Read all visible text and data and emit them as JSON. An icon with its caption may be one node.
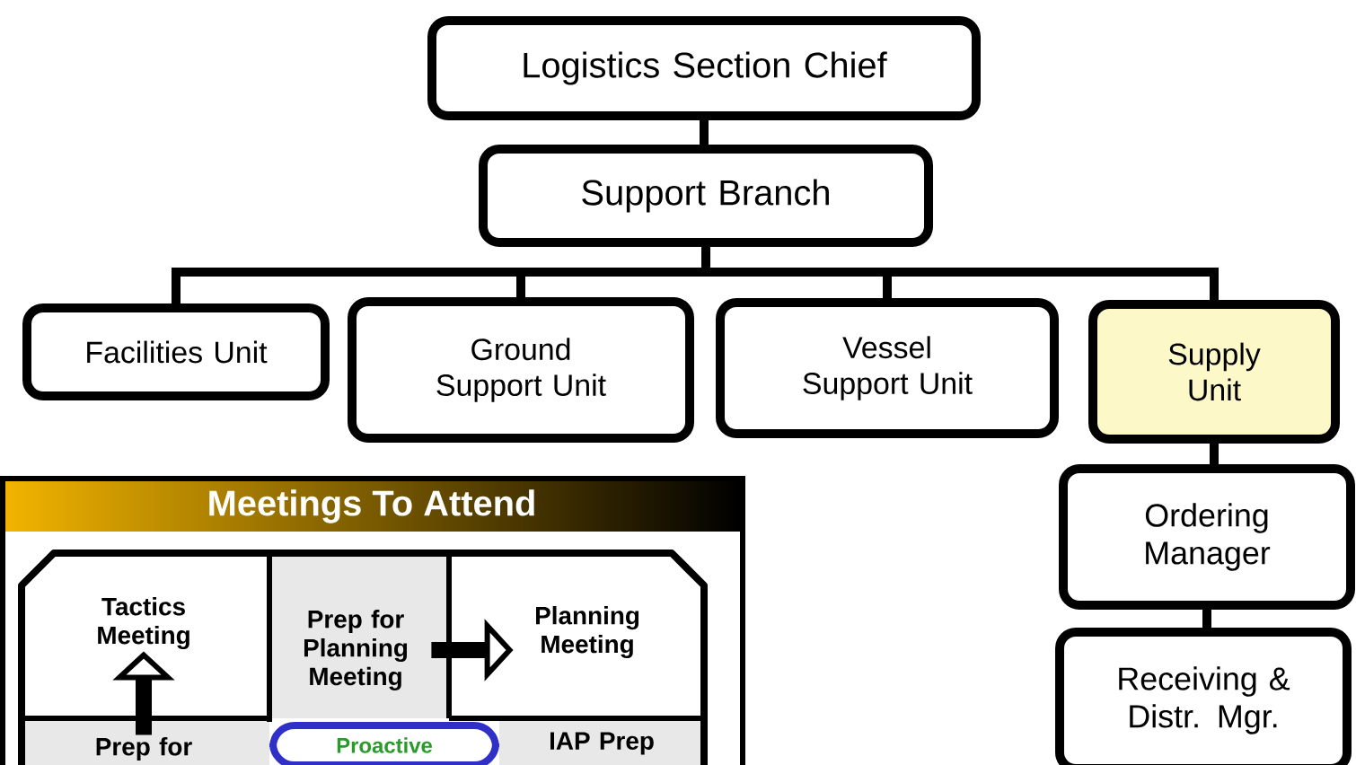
{
  "diagram": {
    "nodes": [
      {
        "text": [
          "Logistics Section Chief"
        ]
      },
      {
        "text": [
          "Support Branch"
        ]
      },
      {
        "text": [
          "Facilities Unit"
        ]
      },
      {
        "text": [
          "Ground Support Unit"
        ]
      },
      {
        "text": [
          "Vessel Support Unit"
        ]
      },
      {
        "text": [
          "Supply Unit"
        ]
      },
      {
        "text": [
          "Ordering Manager"
        ]
      },
      {
        "text": [
          "Receiving & Distr. Mgr."
        ]
      },
      {
        "text": [
          "Meetings To Attend"
        ]
      },
      {
        "text": [
          "Tactics Meeting"
        ],
        "in": 8
      },
      {
        "text": [
          "Prep for Planning Meeting"
        ],
        "in": 8
      },
      {
        "text": [
          "Planning Meeting"
        ],
        "in": 8
      },
      {
        "text": [
          "Prep for"
        ],
        "in": 8
      },
      {
        "text": [
          "Proactive"
        ],
        "in": 8
      },
      {
        "text": [
          "IAP Prep"
        ],
        "in": 8
      }
    ],
    "edges": [
      {
        "from": 0,
        "to": 1,
        "arrow": "none"
      },
      {
        "from": 1,
        "to": 2,
        "arrow": "none"
      },
      {
        "from": 1,
        "to": 3,
        "arrow": "none"
      },
      {
        "from": 1,
        "to": 4,
        "arrow": "none"
      },
      {
        "from": 1,
        "to": 5,
        "arrow": "none"
      },
      {
        "from": 5,
        "to": 6,
        "arrow": "none"
      },
      {
        "from": 6,
        "to": 7,
        "arrow": "none"
      },
      {
        "from": 12,
        "to": 9,
        "arrow": "to",
        "style": "thick"
      },
      {
        "from": 10,
        "to": 11,
        "arrow": "to",
        "style": "thick"
      }
    ]
  }
}
